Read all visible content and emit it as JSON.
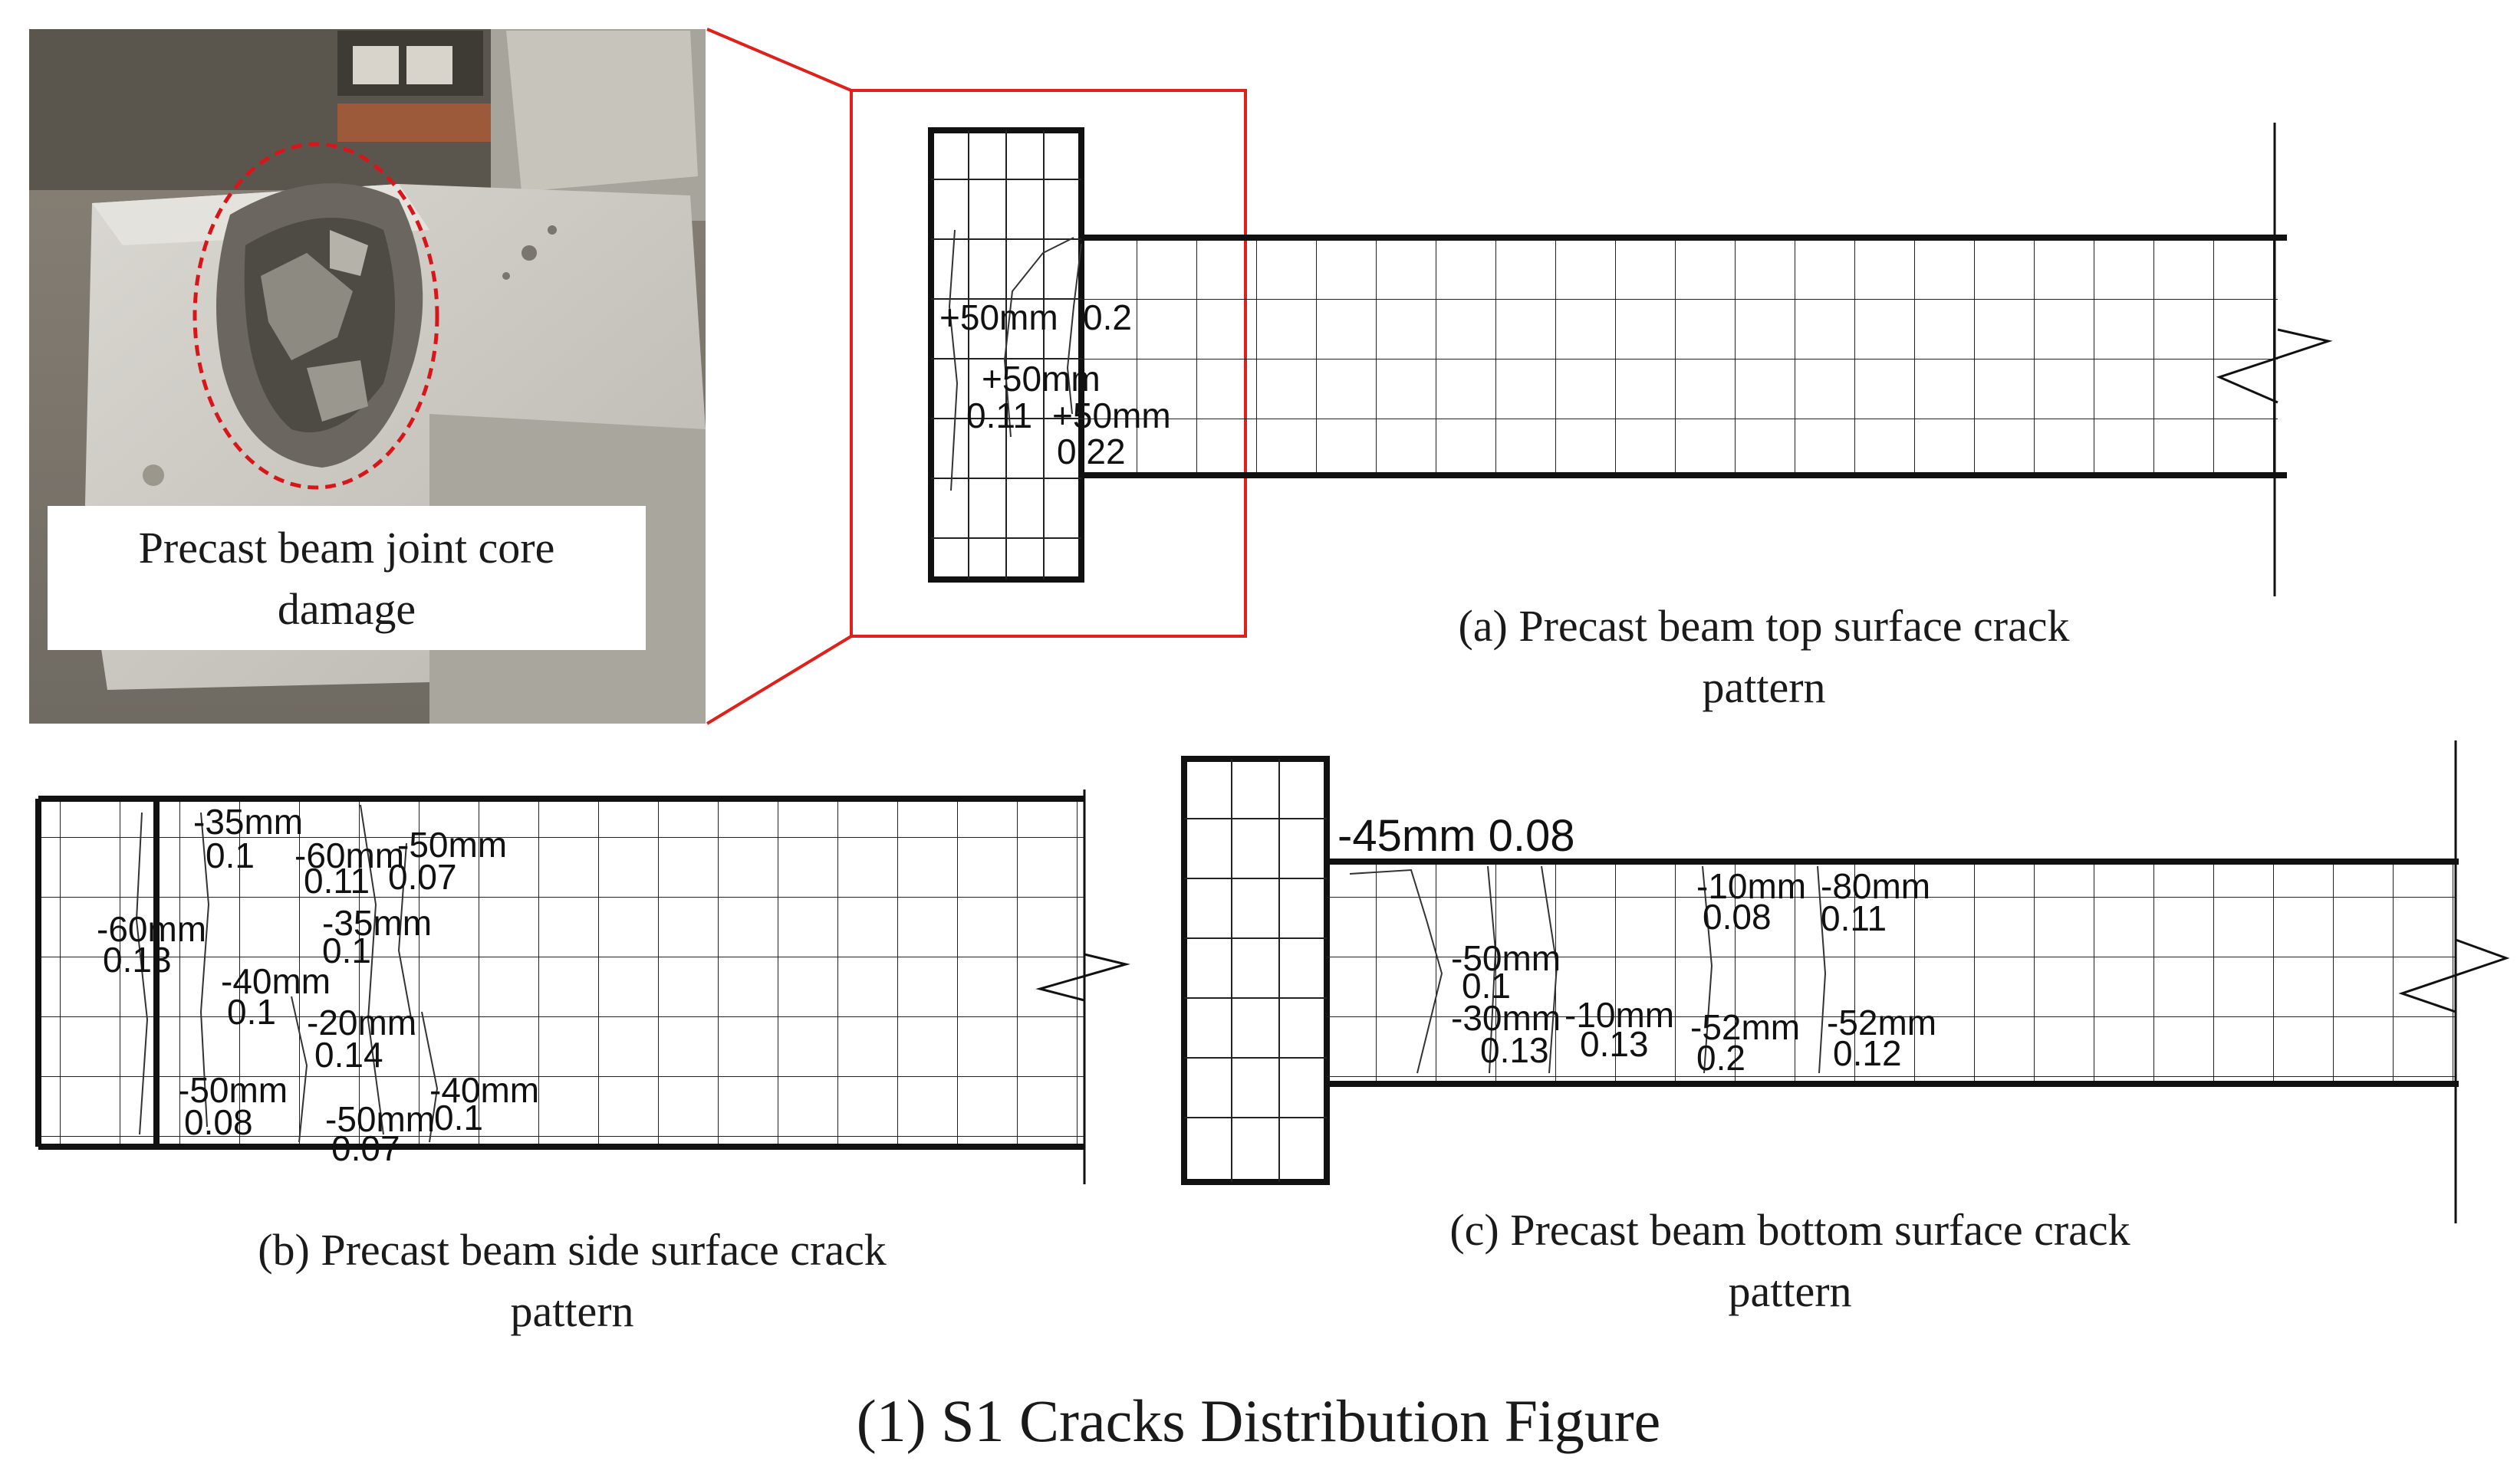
{
  "title": "(1) S1 Cracks Distribution Figure",
  "photo": {
    "caption_line1": "Precast beam joint core",
    "caption_line2": "damage"
  },
  "panels": {
    "a": {
      "caption_line1": "(a) Precast beam top surface crack",
      "caption_line2": "pattern",
      "labels": [
        "+50mm",
        "0.2",
        "+50mm",
        "0.11",
        "+50mm",
        "0.22"
      ]
    },
    "b": {
      "caption_line1": "(b) Precast beam side surface crack",
      "caption_line2": "pattern",
      "labels": [
        "-35mm",
        "0.1",
        "-60mm",
        "0.11",
        "-50mm",
        "0.07",
        "-60mm",
        "0.13",
        "-35mm",
        "0.1",
        "-40mm",
        "0.1",
        "-20mm",
        "0.14",
        "-50mm",
        "0.08",
        "-50mm",
        "0.07",
        "-40mm",
        "0.1"
      ]
    },
    "c": {
      "caption_line1": "(c) Precast beam bottom surface crack",
      "caption_line2": "pattern",
      "labels": [
        "-45mm 0.08",
        "-10mm",
        "0.08",
        "-80mm",
        "0.11",
        "-50mm",
        "0.1",
        "-30mm",
        "0.13",
        "-10mm",
        "0.13",
        "-52mm",
        "0.2",
        "-52mm",
        "0.12"
      ]
    }
  },
  "colors": {
    "callout": "#e0201b",
    "ellipse": "#d8161a",
    "grid": "#111111"
  }
}
